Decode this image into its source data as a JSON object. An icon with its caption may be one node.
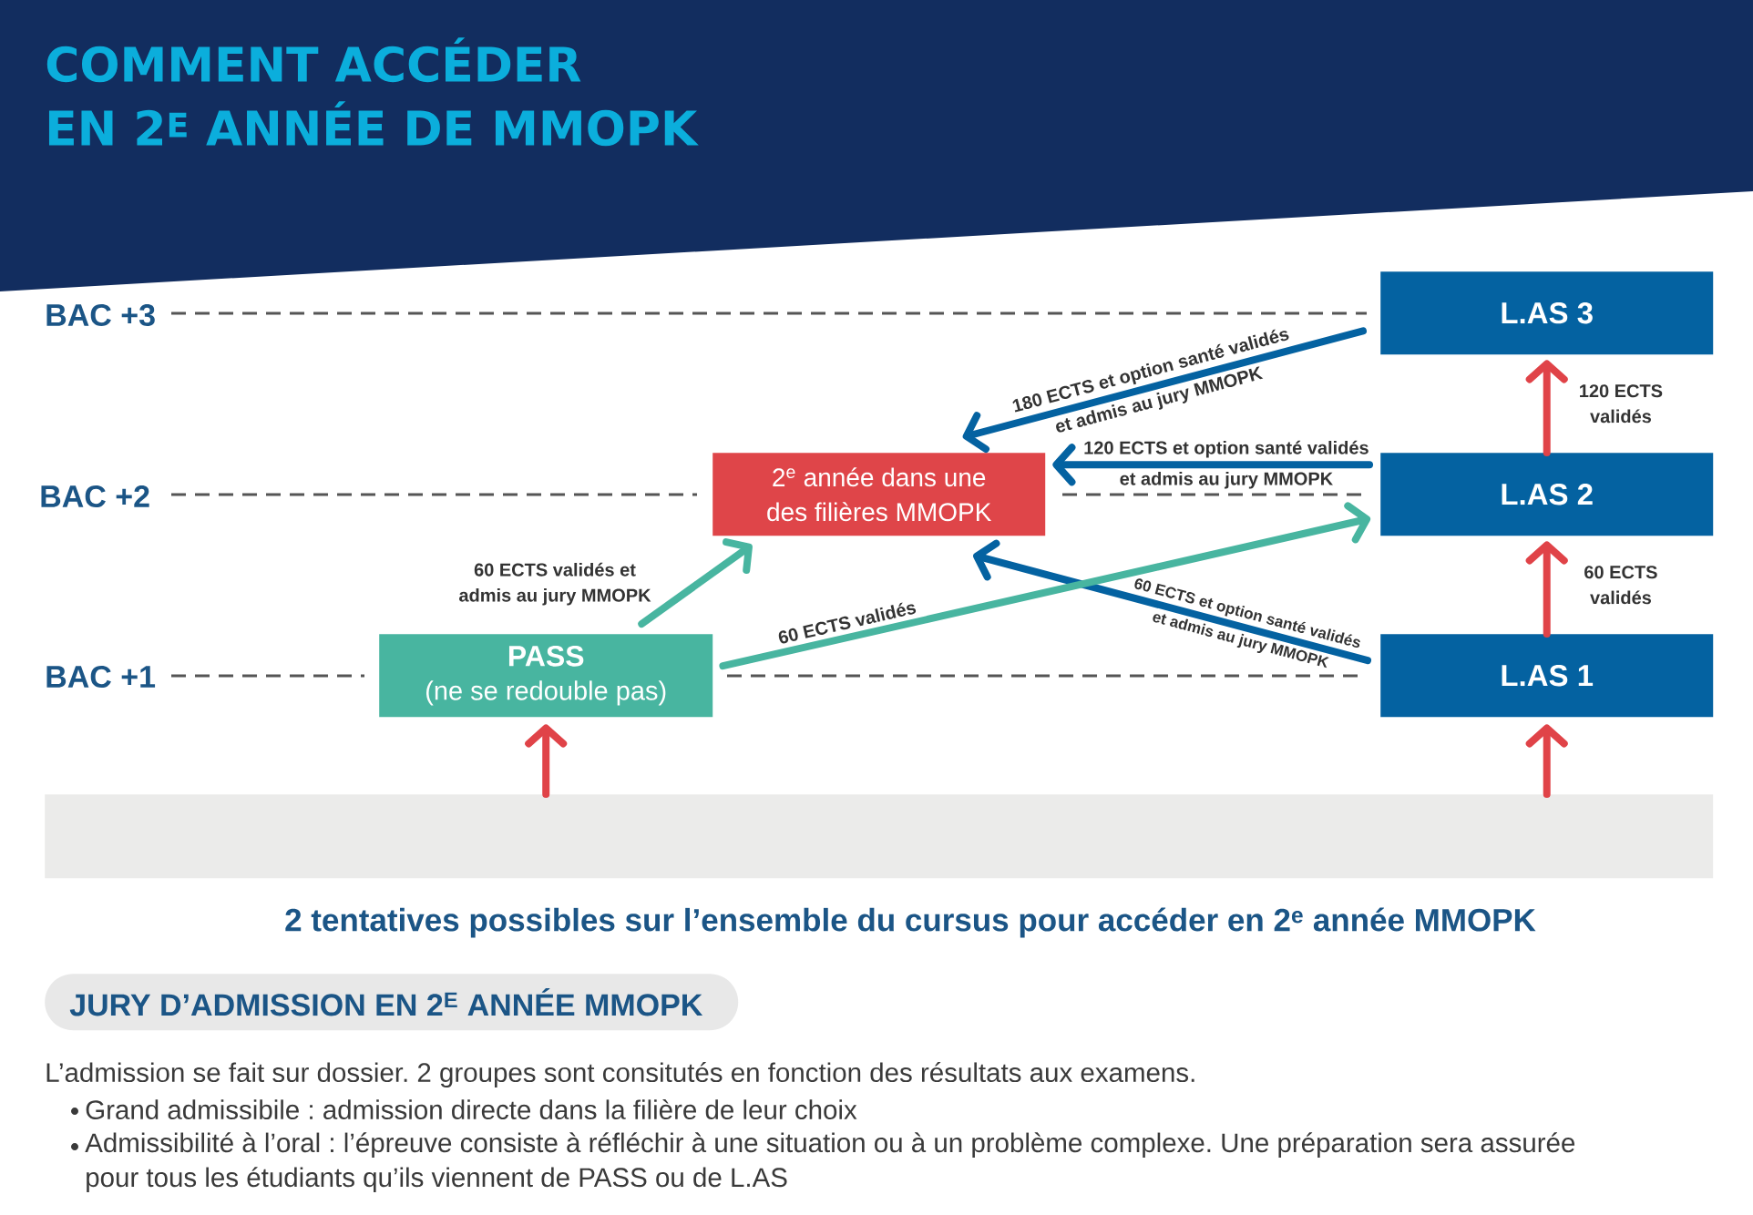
{
  "diagram": {
    "title": "COMMENT ACCÉDER EN 2$^{E}$ ANNÉE DE MMOPK",
    "nodes": [
      {
        "text": [
          "L.AS 3"
        ]
      },
      {
        "text": [
          "2$^{e}$ année dans une des filières MMOPK"
        ]
      },
      {
        "text": [
          "L.AS 2"
        ]
      },
      {
        "text": [
          "PASS",
          "(ne se redouble pas)"
        ]
      },
      {
        "text": [
          "L.AS 1"
        ]
      },
      {
        "text": [],
        "shape": "bar"
      },
      {
        "text": [
          "JURY D’ADMISSION EN 2$^{E}$ ANNÉE MMOPK"
        ]
      }
    ],
    "edges": [
      {
        "from": 0,
        "to": 1,
        "arrow": "to",
        "label": "180 ECTS et option santé validés et admis au jury MMOPK",
        "color": "#0462a1"
      },
      {
        "from": 2,
        "to": 1,
        "arrow": "to",
        "label": "120 ECTS et option santé validés et admis au jury MMOPK",
        "color": "#0462a1"
      },
      {
        "from": 4,
        "to": 1,
        "arrow": "to",
        "label": "60 ECTS et option santé validés et admis au jury MMOPK",
        "color": "#0462a1"
      },
      {
        "from": 3,
        "to": 1,
        "arrow": "to",
        "label": "60 ECTS validés et admis au jury MMOPK",
        "color": "#48b5a0"
      },
      {
        "from": 3,
        "to": 2,
        "arrow": "to",
        "label": "60 ECTS validés",
        "color": "#48b5a0"
      },
      {
        "from": 4,
        "to": 2,
        "arrow": "to",
        "label": "60 ECTS validés"
      },
      {
        "from": 2,
        "to": 0,
        "arrow": "to",
        "label": "120 ECTS validés"
      },
      {
        "from": 5,
        "to": 3,
        "arrow": "to"
      },
      {
        "from": 5,
        "to": 4,
        "arrow": "to"
      }
    ],
    "labels": [
      "BAC +3",
      "BAC +2",
      "BAC +1",
      "2 tentatives possibles sur l’ensemble du cursus pour accéder en 2$^{e}$ année MMOPK",
      "L’admission se fait sur dossier. 2 groupes sont consitutés en fonction des résultats aux examens.",
      "Grand admissibile : admission directe dans la filière de leur choix",
      "Admissibilité à l’oral : l’épreuve consiste à réfléchir à une situation ou à un problème complexe. Une préparation sera assurée pour tous les étudiants qu’ils viennent de PASS ou de L.AS"
    ]
  }
}
